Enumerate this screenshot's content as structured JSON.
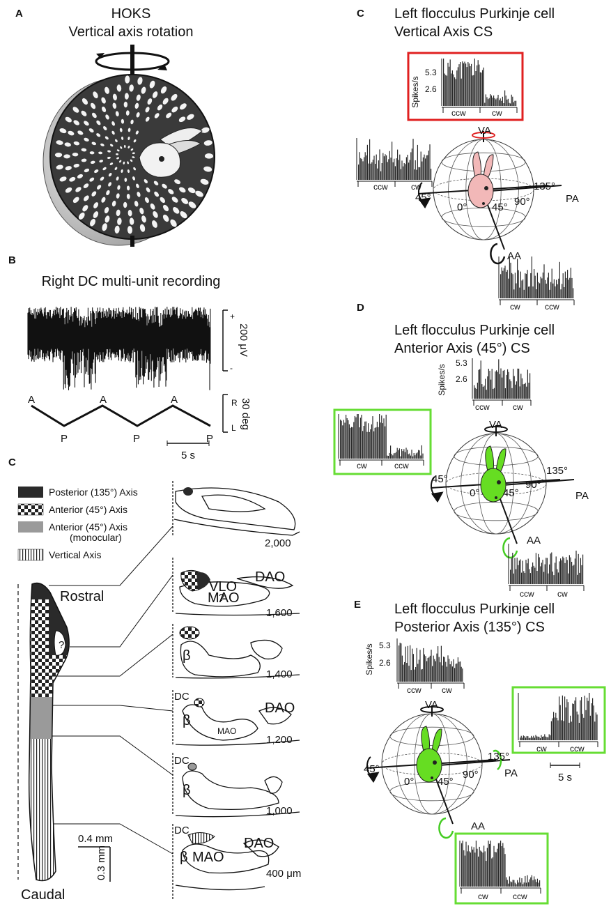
{
  "panel_A": {
    "label": "A",
    "title_line1": "HOKS",
    "title_line2": "Vertical axis rotation"
  },
  "panel_B": {
    "label": "B",
    "title": "Right DC multi-unit recording",
    "amp_scale": "200 μV",
    "amp_plus": "+",
    "amp_minus": "-",
    "deg_scale": "30 deg",
    "deg_R": "R",
    "deg_L": "L",
    "pos_A": "A",
    "pos_P": "P",
    "time_scale": "5 s"
  },
  "panel_C_left": {
    "label": "C",
    "legend": [
      {
        "label": "Posterior (135°) Axis",
        "pattern": "solid-dark"
      },
      {
        "label": "Anterior (45°) Axis",
        "pattern": "checker"
      },
      {
        "label": "Anterior (45°) Axis",
        "label2": "(monocular)",
        "pattern": "gray"
      },
      {
        "label": "Vertical Axis",
        "pattern": "vertical-stripes"
      }
    ],
    "rostral": "Rostral",
    "caudal": "Caudal",
    "question": "?",
    "scale_h": "0.4 mm",
    "scale_v": "0.3 mm",
    "sections": [
      {
        "depth": "2,000",
        "labels": []
      },
      {
        "depth": "1,600",
        "labels": [
          "VLO",
          "DAO",
          "MAO",
          "?"
        ]
      },
      {
        "depth": "1,400",
        "labels": [
          "β"
        ]
      },
      {
        "depth": "1,200",
        "labels": [
          "DC",
          "β",
          "MAO",
          "DAO"
        ]
      },
      {
        "depth": "1,000",
        "labels": [
          "DC",
          "β"
        ]
      },
      {
        "depth": "400 μm",
        "labels": [
          "DC",
          "β",
          "MAO",
          "DAO"
        ]
      }
    ]
  },
  "panel_C_right": {
    "label": "C",
    "title_line1": "Left flocculus Purkinje cell",
    "title_line2": "Vertical Axis CS",
    "ylabel": "Spikes/s",
    "yticks": [
      "5.3",
      "2.6"
    ],
    "hist_top": {
      "xlabels": [
        "ccw",
        "cw"
      ],
      "highlight": "#e02020"
    },
    "hist_left": {
      "xlabels": [
        "ccw",
        "cw"
      ]
    },
    "hist_bottom": {
      "xlabels": [
        "cw",
        "ccw"
      ]
    },
    "axes": {
      "VA": "VA",
      "PA": "PA",
      "AA": "AA",
      "deg45": "45°",
      "deg0": "0°",
      "deg45b": "45°",
      "deg90": "90°",
      "deg135": "135°"
    },
    "head_color": "#f2b8b8",
    "arrow_color": "#e02020"
  },
  "panel_D": {
    "label": "D",
    "title_line1": "Left flocculus Purkinje cell",
    "title_line2": "Anterior Axis (45°) CS",
    "ylabel": "Spikes/s",
    "yticks": [
      "5.3",
      "2.6"
    ],
    "hist_top": {
      "xlabels": [
        "ccw",
        "cw"
      ]
    },
    "hist_left": {
      "xlabels": [
        "cw",
        "ccw"
      ],
      "highlight": "#66dd33"
    },
    "hist_bottom": {
      "xlabels": [
        "ccw",
        "cw"
      ]
    },
    "axes": {
      "VA": "VA",
      "PA": "PA",
      "AA": "AA",
      "deg45": "45°",
      "deg0": "0°",
      "deg45b": "45°",
      "deg90": "90°",
      "deg135": "135°"
    },
    "head_color": "#66dd22",
    "arrow_color": "#44cc22"
  },
  "panel_E": {
    "label": "E",
    "title_line1": "Left flocculus Purkinje cell",
    "title_line2": "Posterior Axis (135°) CS",
    "ylabel": "Spikes/s",
    "yticks": [
      "5.3",
      "2.6"
    ],
    "hist_top": {
      "xlabels": [
        "ccw",
        "cw"
      ]
    },
    "hist_right": {
      "xlabels": [
        "cw",
        "ccw"
      ],
      "highlight": "#66dd33"
    },
    "hist_bottom": {
      "xlabels": [
        "cw",
        "ccw"
      ],
      "highlight": "#66dd33"
    },
    "time_scale": "5 s",
    "axes": {
      "VA": "VA",
      "PA": "PA",
      "AA": "AA",
      "deg45": "45°",
      "deg0": "0°",
      "deg45b": "45°",
      "deg90": "90°",
      "deg135": "135°"
    },
    "head_color": "#66dd22",
    "arrow_color": "#44cc22"
  }
}
